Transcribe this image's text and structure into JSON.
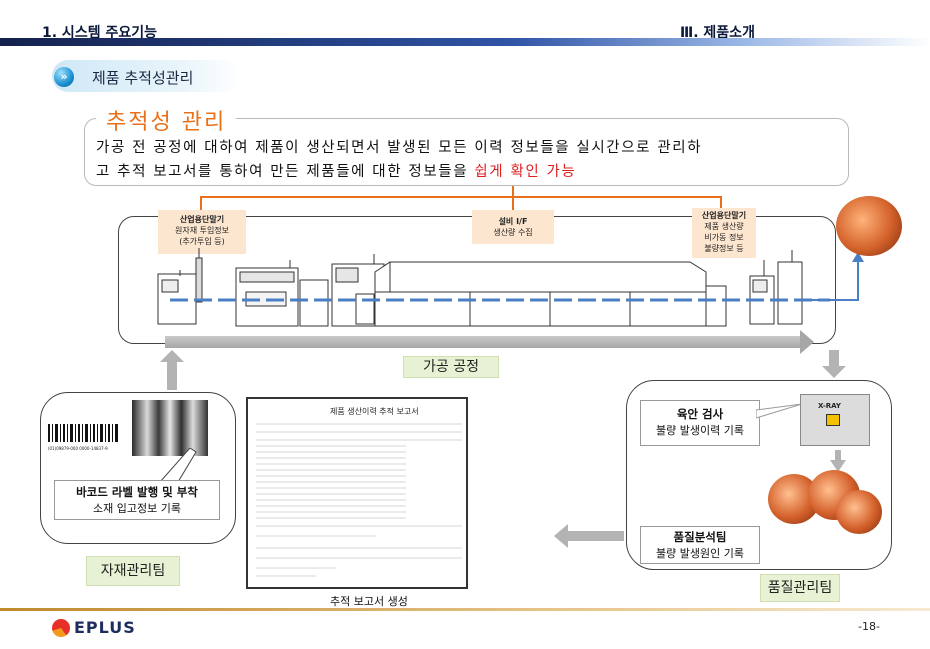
{
  "header": {
    "title": "1. 시스템 주요기능",
    "section": "Ⅲ. 제품소개"
  },
  "subtitle": {
    "bullet": "»",
    "text": "제품 추적성관리"
  },
  "description": {
    "title": "추적성 관리",
    "line1": "가공 전 공정에 대하여 제품이 생산되면서 발생된 모든 이력 정보들을 실시간으로 관리하",
    "line2_prefix": "고 추적 보고서를 통하여 만든 제품들에 대한 정보들을 ",
    "line2_highlight": "쉽게 확인 가능"
  },
  "callouts": {
    "left": {
      "title": "산업용단말기",
      "line1": "원자재 투입정보",
      "line2": "(추가투입 등)"
    },
    "middle": {
      "title": "설비 I/F",
      "line1": "생산량 수집"
    },
    "right": {
      "title": "산업용단말기",
      "line1": "제품 생산량",
      "line2": "비가동 정보",
      "line3": "불량정보 등"
    }
  },
  "process_label": "가공 공정",
  "material_team": {
    "box_title": "바코드 라벨 발행 및 부착",
    "box_text": "소재 입고정보 기록",
    "team": "자재관리팀",
    "barcode_number": "(01)09879-000 0000-14837-9"
  },
  "report": {
    "title": "제품 생산이력 추적 보고서",
    "caption": "추적 보고서 생성"
  },
  "quality_team": {
    "inspection_title": "육안 검사",
    "inspection_text": "불량 발생이력 기록",
    "xray_label": "X-RAY",
    "analysis_title": "품질분석팀",
    "analysis_text": "불량 발생원인 기록",
    "team": "품질관리팀"
  },
  "footer": {
    "logo": "EPLUS",
    "page": "-18-"
  }
}
